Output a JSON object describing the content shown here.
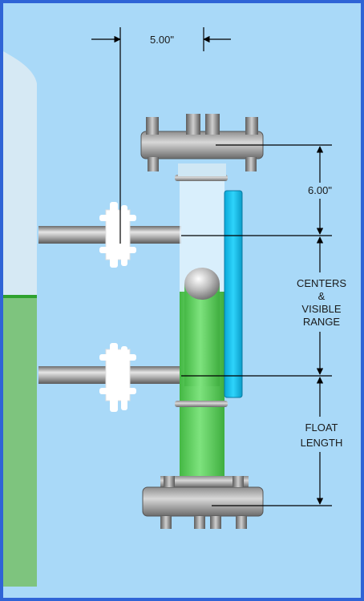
{
  "dimensions": {
    "horizontal": "5.00\"",
    "top_vertical": "6.00\"",
    "centers_line1": "CENTERS",
    "centers_line2": "&",
    "centers_line3": "VISIBLE",
    "centers_line4": "RANGE",
    "float_line1": "FLOAT",
    "float_line2": "LENGTH"
  },
  "colors": {
    "border": "#2f64d6",
    "background": "#a9d9f8",
    "liquid_green": "#5cd45c",
    "indicator_blue": "#12c6f0"
  }
}
